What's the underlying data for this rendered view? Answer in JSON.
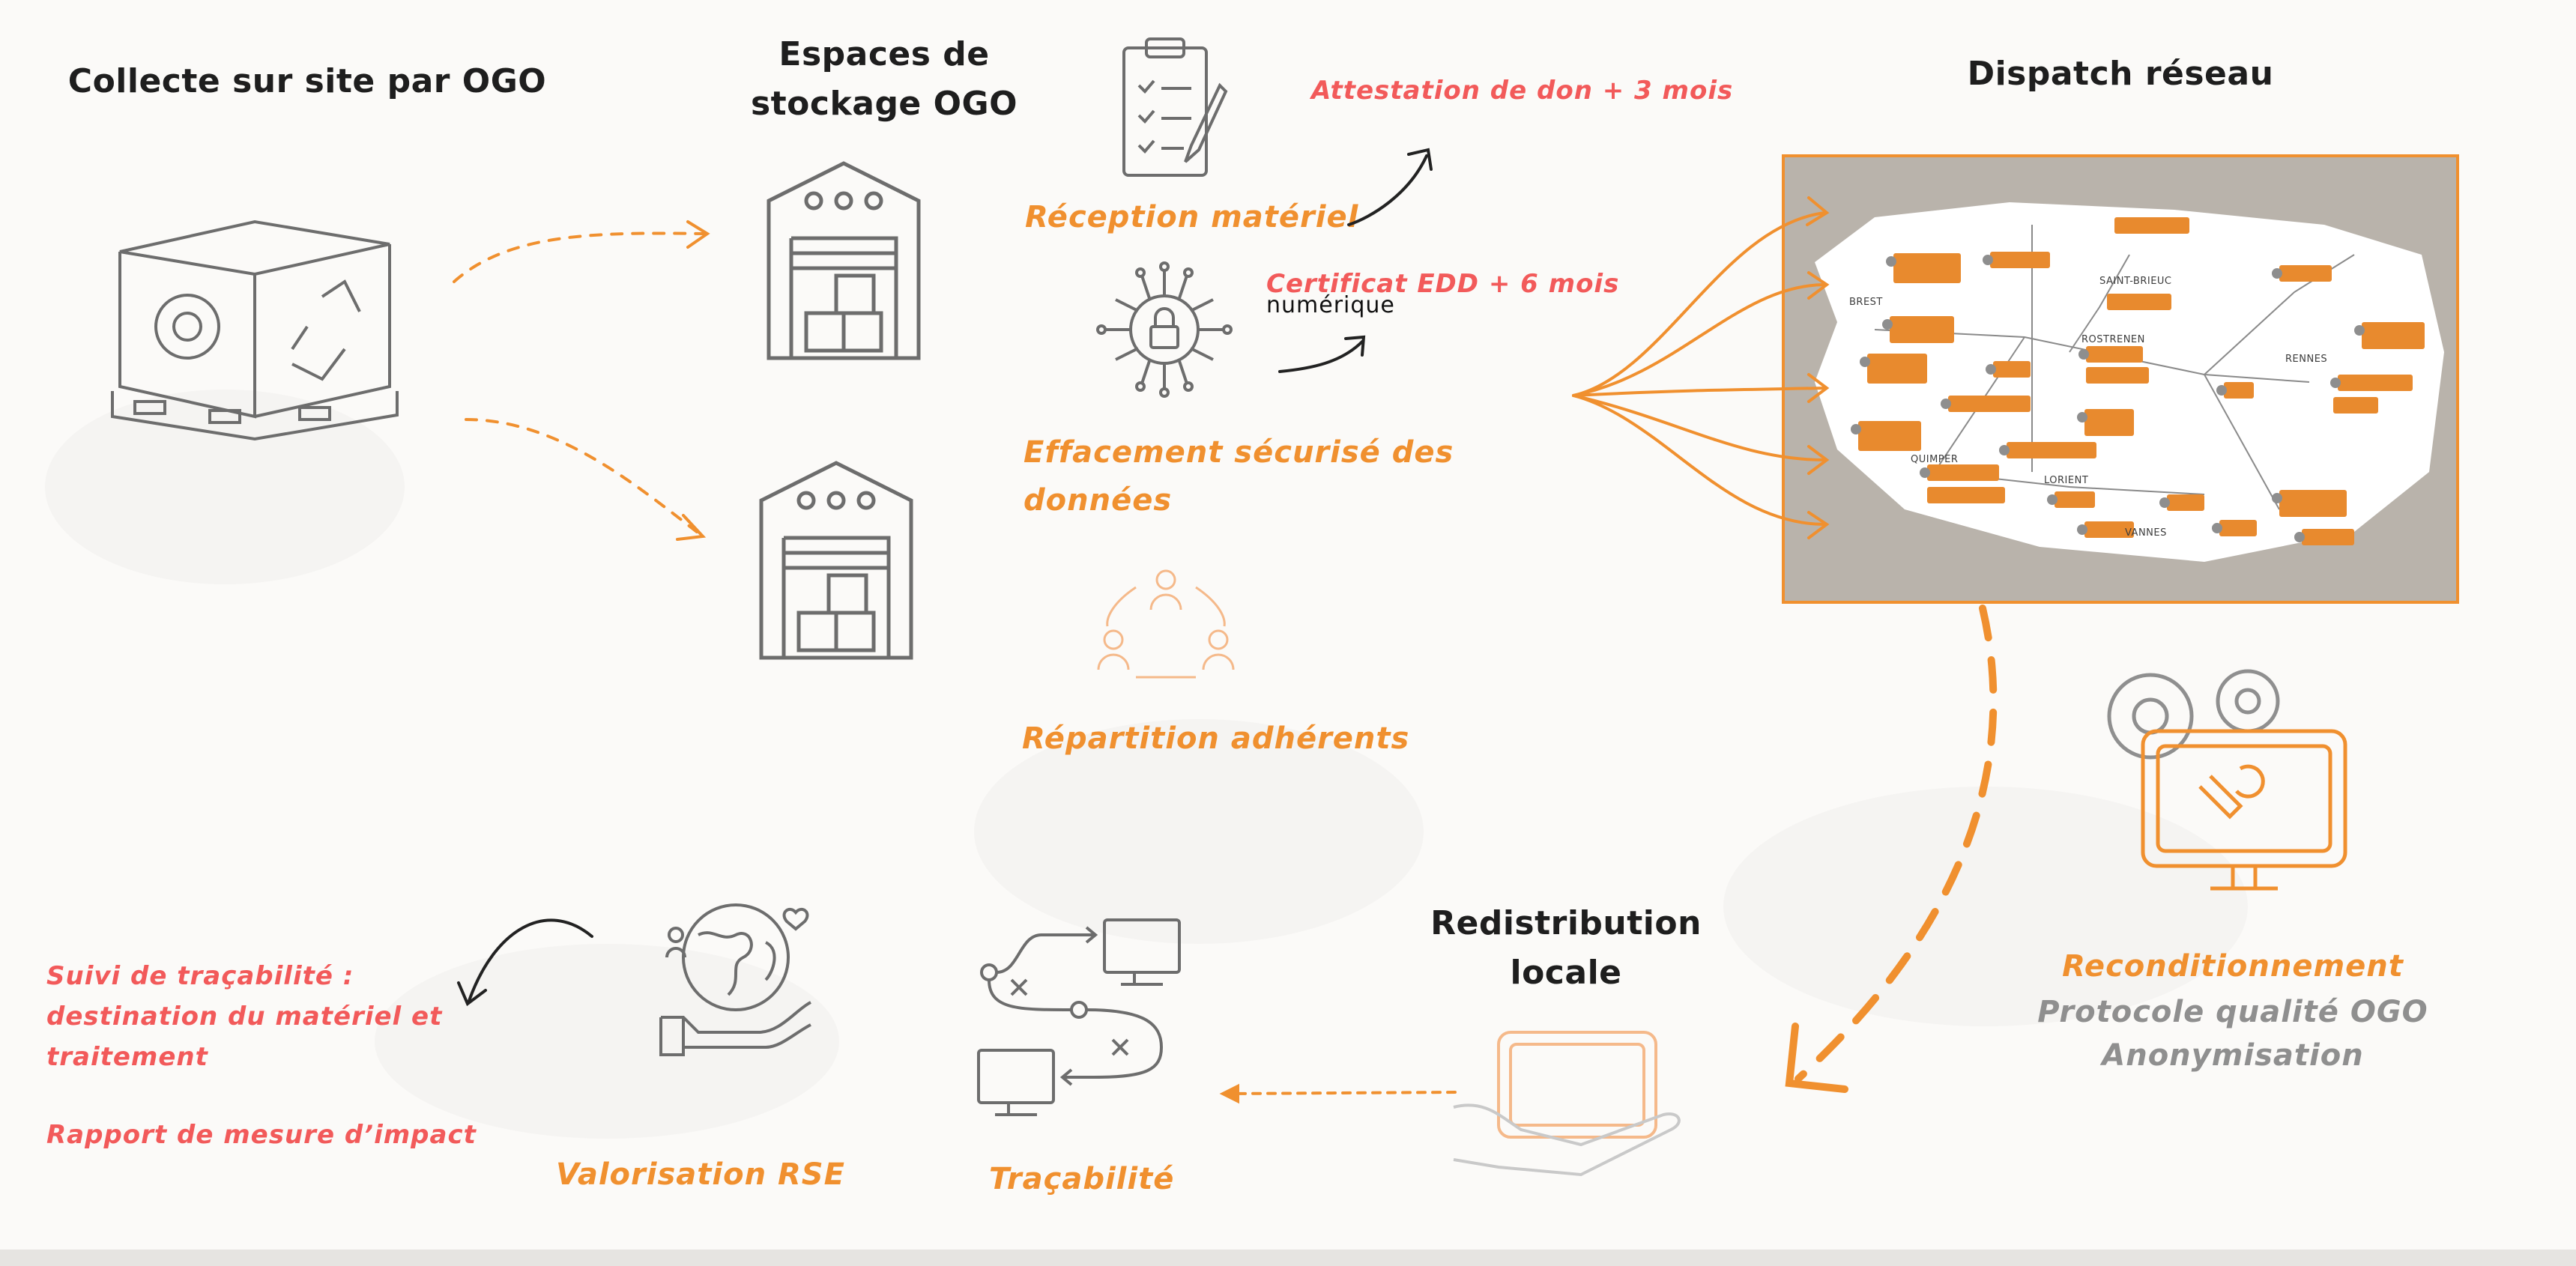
{
  "titles": {
    "collecte": "Collecte sur site par OGO",
    "espaces_1": "Espaces de",
    "espaces_2": "stockage OGO",
    "dispatch": "Dispatch réseau",
    "redistribution_1": "Redistribution",
    "redistribution_2": "locale"
  },
  "steps": {
    "reception": "Réception matériel",
    "effacement_1": "Effacement sécurisé des",
    "effacement_2": "données",
    "repartition": "Répartition adhérents",
    "valorisation": "Valorisation RSE",
    "tracabilite": "Traçabilité"
  },
  "notes": {
    "attestation": "Attestation de don + 3 mois",
    "certificat": "Certificat EDD + 6 mois",
    "numerique": "numérique",
    "suivi_1": "Suivi de traçabilité :",
    "suivi_2": "destination du matériel et",
    "suivi_3": "traitement",
    "rapport": "Rapport de mesure d’impact"
  },
  "reconditionnement": {
    "title": "Reconditionnement",
    "line2": "Protocole qualité OGO",
    "line3": "Anonymisation"
  },
  "map": {
    "cities": [
      "BREST",
      "SAINT-BRIEUC",
      "ROSTRENEN",
      "RENNES",
      "QUIMPER",
      "LORIENT",
      "VANNES"
    ]
  },
  "colors": {
    "orange": "#f0902f",
    "red": "#f25a5a",
    "grey": "#8f8f8f",
    "icon_grey": "#6d6d6d",
    "map_bg": "#b9b3ab"
  },
  "icons": [
    "pallet-box-icon",
    "warehouse-icon",
    "clipboard-icon",
    "lock-circuit-icon",
    "people-network-icon",
    "gears-monitor-icon",
    "hand-tablet-icon",
    "globe-hand-icon",
    "route-monitors-icon"
  ]
}
